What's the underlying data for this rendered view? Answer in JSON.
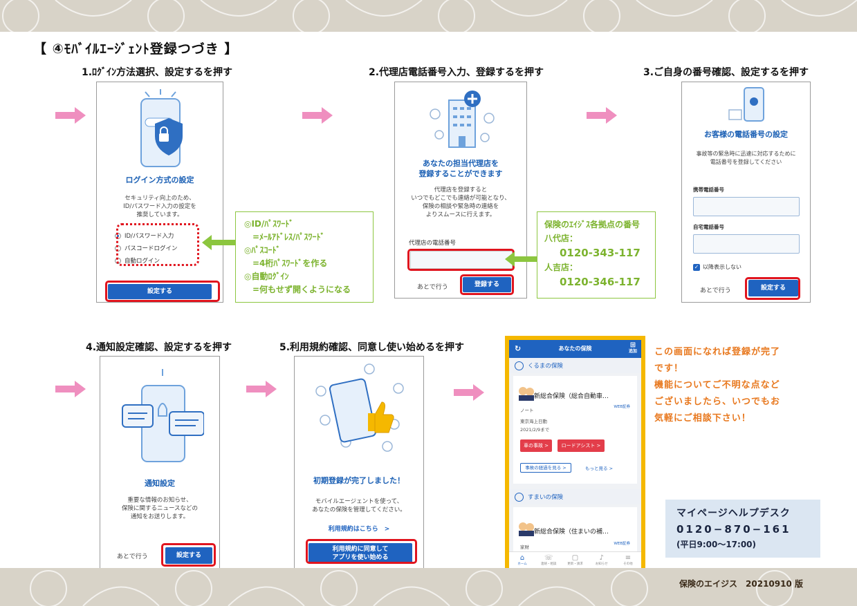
{
  "page_title": "【 ④ﾓﾊﾞｲﾙｴｰｼﾞｪﾝﾄ登録つづき 】",
  "colors": {
    "accent_blue": "#1f63c0",
    "highlight_red": "#e0141e",
    "arrow_pink": "#ef8fbf",
    "note_green": "#7cb32e",
    "complete_orange": "#e8781e",
    "app_frame": "#f5b800",
    "band": "#d8d3c8"
  },
  "steps": [
    {
      "label": "1.ﾛｸﾞｲﾝ方法選択、設定するを押す",
      "screen": {
        "title": "ログイン方式の設定",
        "description": "セキュリティ向上のため、\nID/パスワード入力の設定を\n推奨しています。",
        "options": [
          {
            "label": "ID/パスワード入力",
            "selected": true
          },
          {
            "label": "パスコードログイン",
            "selected": false
          },
          {
            "label": "自動ログイン",
            "selected": false
          }
        ],
        "button": "設定する"
      }
    },
    {
      "label": "2.代理店電話番号入力、登録するを押す",
      "screen": {
        "title": "あなたの担当代理店を\n登録することができます",
        "description": "代理店を登録すると\nいつでもどこでも連絡が可能となり、\n保険の相談や緊急時の連絡を\nよりスムースに行えます。",
        "field_label": "代理店の電話番号",
        "later": "あとで行う",
        "button": "登録する"
      }
    },
    {
      "label": "3.ご自身の番号確認、設定するを押す",
      "screen": {
        "title": "お客様の電話番号の設定",
        "description": "事故等の緊急時に迅速に対応するために\n電話番号を登録してください",
        "mobile_label": "携帯電話番号",
        "home_label": "自宅電話番号",
        "checkbox": "以降表示しない",
        "later": "あとで行う",
        "button": "設定する"
      }
    },
    {
      "label": "4.通知設定確認、設定するを押す",
      "screen": {
        "title": "通知設定",
        "description": "重要な情報のお知らせ、\n保険に関するニュースなどの\n通知をお送りします。",
        "later": "あとで行う",
        "button": "設定する"
      }
    },
    {
      "label": "5.利用規約確認、同意し使い始めるを押す",
      "screen": {
        "title": "初期登録が完了しました！",
        "description": "モバイルエージェントを使って、\nあなたの保険を管理してください。",
        "link": "利用規約はこちら　>",
        "button": "利用規約に同意して\nアプリを使い始める"
      }
    }
  ],
  "note_login": {
    "lines": [
      "◎ID/ﾊﾟｽﾜｰﾄﾞ",
      "　=ﾒｰﾙｱﾄﾞﾚｽ/ﾊﾟｽﾜｰﾄﾞ",
      "◎ﾊﾟｽｺｰﾄﾞ",
      "　=4桁ﾊﾟｽﾜｰﾄﾞを作る",
      "◎自動ﾛｸﾞｲﾝ",
      "　=何もせず開くようになる"
    ]
  },
  "note_agency": {
    "heading": "保険のｴｲｼﾞｽ各拠点の番号",
    "office1": "八代店：",
    "phone1": "0120-343-117",
    "office2": "人吉店：",
    "phone2": "0120-346-117"
  },
  "app_screen": {
    "header": "あなたの保険",
    "add_label": "追加",
    "section1": "くるまの保険",
    "car_card": {
      "title": "新総合保険（総合自動車…",
      "sub": "ノート",
      "insurer": "東京海上日動",
      "expiry": "2021/2/9まで",
      "web_badge": "WEB証券",
      "btn1": "車の事故 >",
      "btn2": "ロードアシスト >",
      "btn3": "事故の経過を見る >",
      "more": "もっと見る >"
    },
    "section2": "すまいの保険",
    "home_card": {
      "title": "新総合保険（住まいの補…",
      "sub": "家財",
      "web_badge": "WEB証券"
    },
    "nav": [
      "ホーム",
      "連絡・相談",
      "更新・請求",
      "お知らせ",
      "その他"
    ]
  },
  "complete_message": [
    "この画面になれば登録が完了",
    "です！",
    "機能についてご不明な点など",
    "ございましたら、いつでもお",
    "気軽にご相談下さい！"
  ],
  "helpdesk": {
    "title": "マイページヘルプデスク",
    "phone": "0120−870−161",
    "hours": "(平日9:00〜17:00)"
  },
  "footer": "保険のエイジス　20210910 版"
}
